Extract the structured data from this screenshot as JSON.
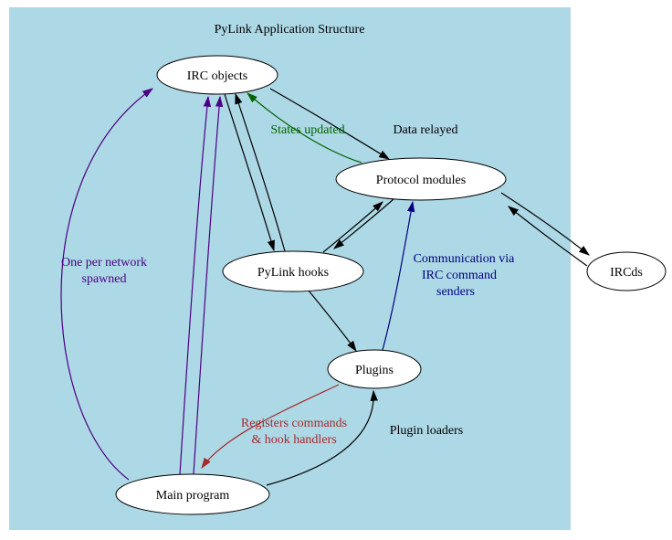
{
  "diagram": {
    "title": "PyLink Application Structure",
    "background_color": "#add8e6",
    "node_fill": "#ffffff"
  },
  "nodes": {
    "irc_objects": {
      "label": "IRC objects"
    },
    "protocol_modules": {
      "label": "Protocol modules"
    },
    "pylink_hooks": {
      "label": "PyLink hooks"
    },
    "plugins": {
      "label": "Plugins"
    },
    "main_program": {
      "label": "Main program"
    },
    "ircds": {
      "label": "IRCds"
    }
  },
  "edge_labels": {
    "data_relayed": {
      "text": "Data relayed",
      "color": "#000000"
    },
    "states_updated": {
      "text": "States updated",
      "color": "#006400"
    },
    "one_per_network": {
      "line1": "One per network",
      "line2": "spawned",
      "color": "#4b0082"
    },
    "communication": {
      "line1": "Communication via",
      "line2": "IRC command",
      "line3": "senders",
      "color": "#000080"
    },
    "registers": {
      "line1": "Registers commands",
      "line2": "& hook handlers",
      "color": "#a52a2a"
    },
    "plugin_loaders": {
      "text": "Plugin loaders",
      "color": "#000000"
    }
  },
  "edge_colors": {
    "black": "#000000",
    "green": "#006400",
    "navy": "#000080",
    "purple": "#4b0082",
    "brown": "#a52a2a"
  }
}
